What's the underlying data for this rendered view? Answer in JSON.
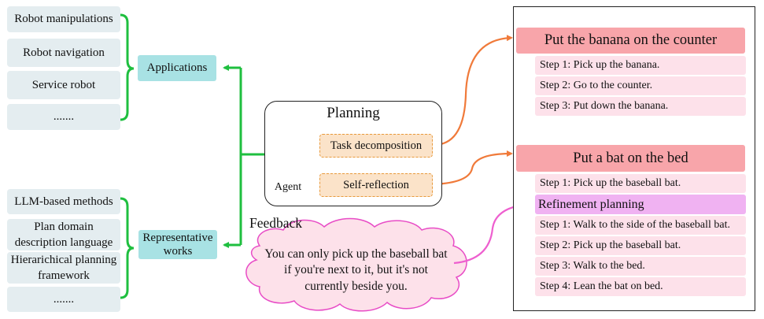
{
  "applications": {
    "label": "Applications",
    "items": [
      "Robot manipulations",
      "Robot navigation",
      "Service robot",
      "......."
    ]
  },
  "representative": {
    "label": "Representative works",
    "items": [
      "LLM-based methods",
      "Plan domain description language",
      "Hierarichical planning framework",
      "......."
    ]
  },
  "planning": {
    "title": "Planning",
    "agent_label": "Agent",
    "task_decomposition": "Task decomposition",
    "self_reflection": "Self-reflection"
  },
  "feedback": {
    "label": "Feedback",
    "message": "You can only pick up the baseball bat if you're next to it, but it's not currently beside you."
  },
  "example1": {
    "title": "Put the banana on the counter",
    "steps": [
      "Step 1: Pick up the banana.",
      "Step 2: Go to the counter.",
      "Step 3: Put down the banana."
    ]
  },
  "example2": {
    "title": "Put a bat on the bed",
    "step1": "Step 1: Pick up the baseball bat.",
    "refinement_label": "Refinement planning",
    "refined_steps": [
      "Step 1: Walk to the side of the baseball bat.",
      "Step 2: Pick up the baseball bat.",
      "Step 3: Walk to the bed.",
      "Step 4: Lean the bat on bed."
    ]
  },
  "colors": {
    "green_connector": "#1fbf3f",
    "orange_arrow": "#f07a3a",
    "pink_arrow": "#ee5fcf",
    "cyan_box": "#a8e2e4",
    "title_red": "#f8a5aa",
    "step_pink": "#fde1ea",
    "refine_purple": "#f0b2f2",
    "dashed_orange": "#fbe3c9"
  }
}
